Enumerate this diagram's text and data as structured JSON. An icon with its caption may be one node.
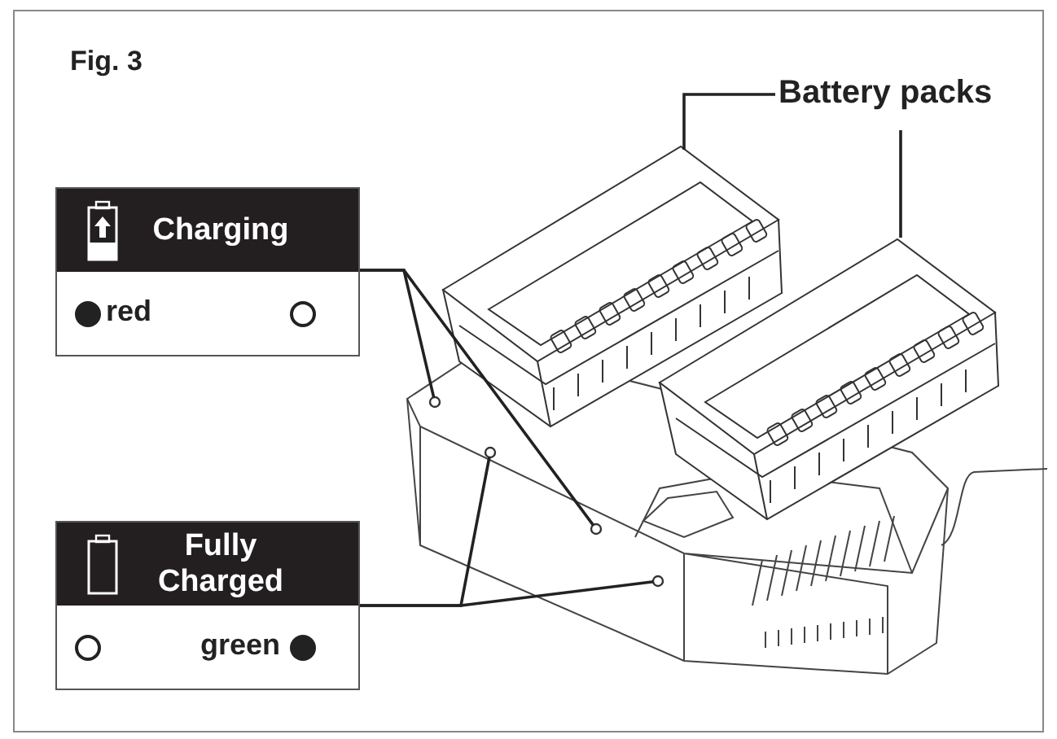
{
  "diagram": {
    "title": "Fig. 3",
    "nodes": [
      {
        "text": [
          "Battery packs"
        ]
      },
      {
        "text": [
          "Charging",
          "red"
        ]
      },
      {
        "text": [
          "Fully Charged",
          "green"
        ]
      },
      {
        "text": [],
        "shape": "picture"
      },
      {
        "text": [],
        "shape": "picture"
      },
      {
        "text": [],
        "shape": "circle"
      },
      {
        "text": [],
        "shape": "circle"
      },
      {
        "text": [],
        "shape": "circle"
      },
      {
        "text": [],
        "shape": "circle"
      }
    ],
    "edges": [
      {
        "from": 0,
        "to": 3,
        "arrow": "none"
      },
      {
        "from": 0,
        "to": 4,
        "arrow": "none"
      },
      {
        "from": 1,
        "to": 5,
        "arrow": "none"
      },
      {
        "from": 1,
        "to": 6,
        "arrow": "none"
      },
      {
        "from": 2,
        "to": 7,
        "arrow": "none"
      },
      {
        "from": 2,
        "to": 8,
        "arrow": "none"
      }
    ]
  }
}
